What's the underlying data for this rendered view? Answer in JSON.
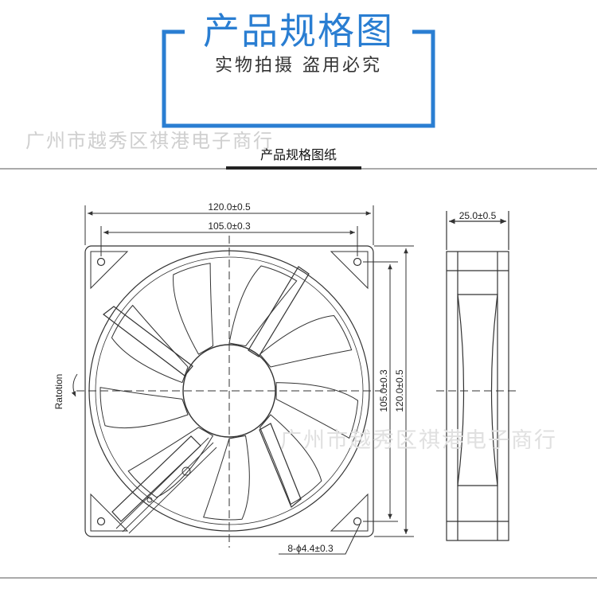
{
  "banner": {
    "title": "产品规格图",
    "subtitle": "实物拍摄 盗用必究",
    "accent_color": "#2a7ed2"
  },
  "watermark": {
    "top": "广州市越秀区祺港电子商行",
    "middle": "广州市越秀区祺港电子商行"
  },
  "section": {
    "title": "产品规格图纸"
  },
  "drawing": {
    "overall_width": "120.0±0.5",
    "hole_spacing_width": "105.0±0.3",
    "hole_spacing_height": "105.0±0.3",
    "overall_height": "120.0±0.5",
    "thickness": "25.0±0.5",
    "mounting_holes": "8-ϕ4.4±0.3",
    "rotation_label": "Ratotion"
  }
}
